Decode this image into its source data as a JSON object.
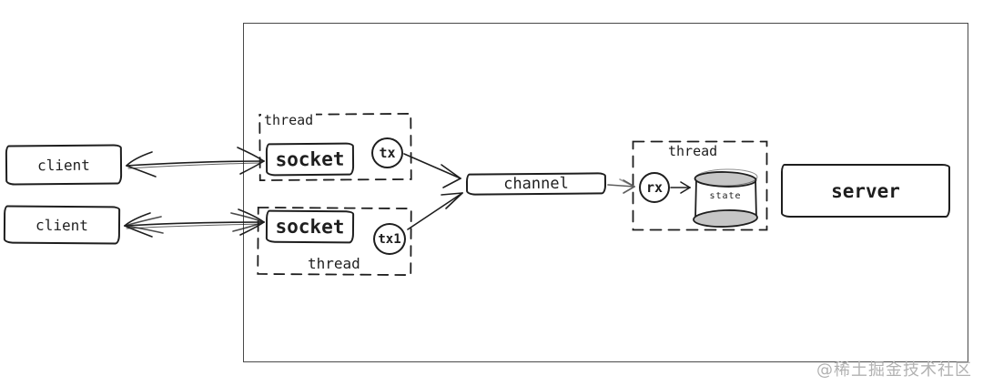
{
  "diagram": {
    "clients": [
      {
        "label": "client"
      },
      {
        "label": "client"
      }
    ],
    "thread_top": {
      "label": "thread",
      "socket": {
        "label": "socket"
      },
      "tx": {
        "label": "tx"
      }
    },
    "thread_bottom": {
      "label": "thread",
      "socket": {
        "label": "socket"
      },
      "tx": {
        "label": "tx1"
      }
    },
    "channel": {
      "label": "channel"
    },
    "thread_server": {
      "label": "thread",
      "rx": {
        "label": "rx"
      },
      "state": {
        "label": "state"
      }
    },
    "server": {
      "label": "server"
    }
  },
  "watermark": {
    "text": "@稀土掘金技术社区"
  },
  "colors": {
    "stroke": "#1e1e1e",
    "outer_border": "#494949",
    "cylinder_fill": "#c6c6c6",
    "watermark": "#b2b2b2",
    "background": "#ffffff"
  }
}
